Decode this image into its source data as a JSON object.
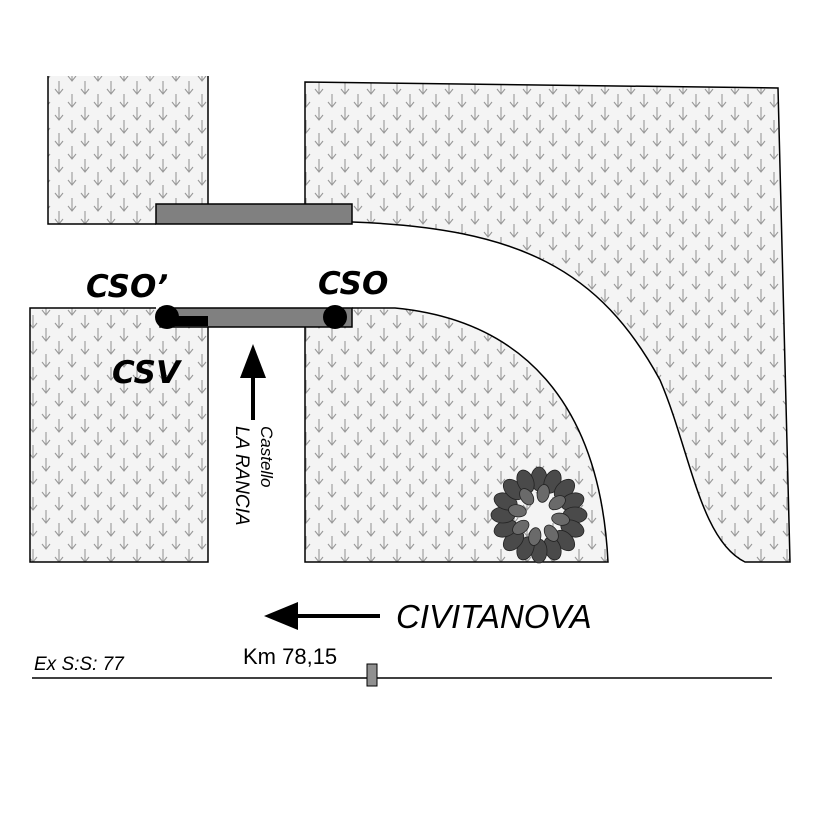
{
  "labels": {
    "cso_prime": "CSO’",
    "cso": "CSO",
    "csv": "CSV",
    "castello_line1": "Castello",
    "castello_line2": "LA RANCIA",
    "civitanova": "CIVITANOVA",
    "road_name": "Ex S:S: 77",
    "km_marker": "Km 78,15"
  },
  "colors": {
    "block_fill": "#f2f2f2",
    "hatch": "#9a9a9a",
    "bar_fill": "#808080",
    "line": "#000000",
    "tree": "#5a5a5a"
  }
}
